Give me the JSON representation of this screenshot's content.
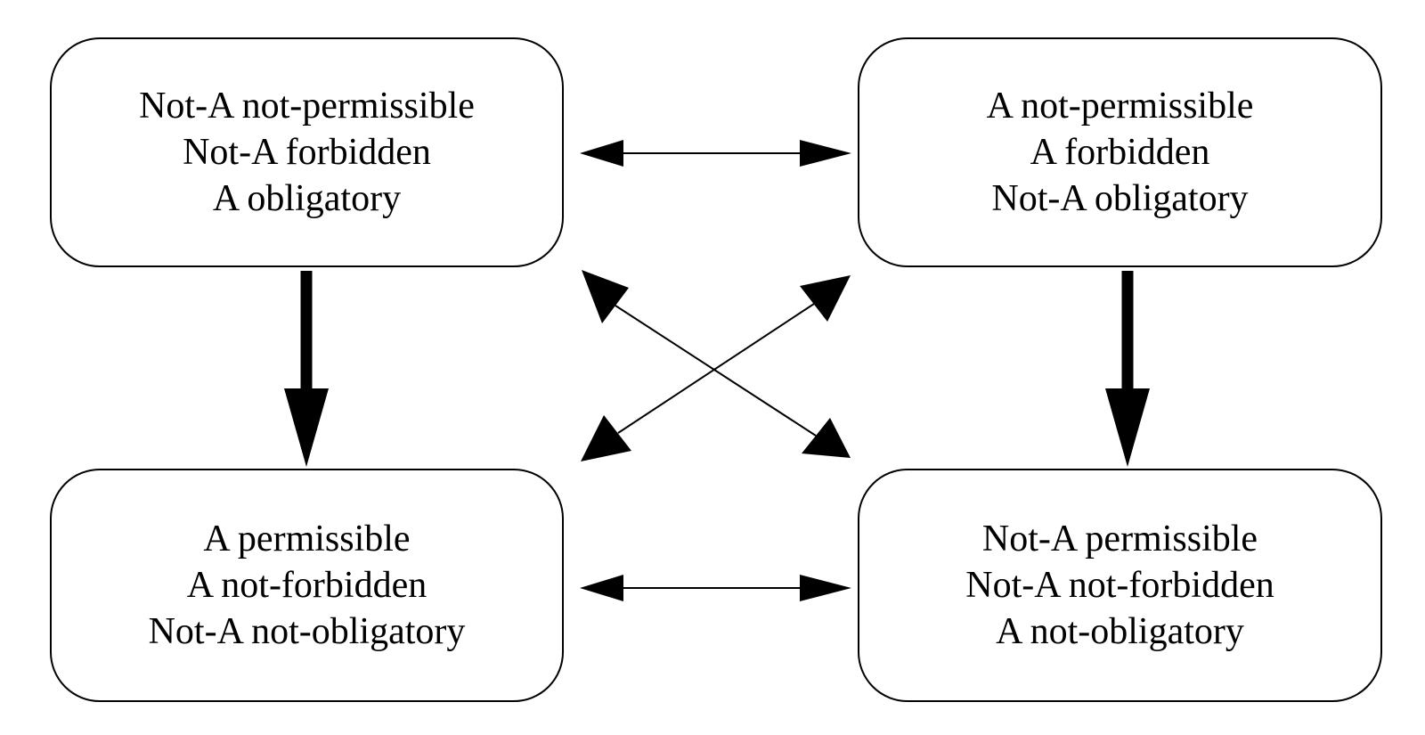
{
  "diagram": {
    "colors": {
      "stroke": "#000000",
      "background": "#ffffff"
    },
    "boxes": {
      "top_left": {
        "lines": [
          "Not-A not-permissible",
          "Not-A forbidden",
          "A obligatory"
        ]
      },
      "top_right": {
        "lines": [
          "A not-permissible",
          "A forbidden",
          "Not-A obligatory"
        ]
      },
      "bottom_left": {
        "lines": [
          "A permissible",
          "A not-forbidden",
          "Not-A not-obligatory"
        ]
      },
      "bottom_right": {
        "lines": [
          "Not-A permissible",
          "Not-A not-forbidden",
          "A not-obligatory"
        ]
      }
    },
    "relations": [
      {
        "from": "top_left",
        "to": "top_right",
        "kind": "double-headed"
      },
      {
        "from": "bottom_left",
        "to": "bottom_right",
        "kind": "double-headed"
      },
      {
        "from": "top_left",
        "to": "bottom_right",
        "kind": "double-headed"
      },
      {
        "from": "top_right",
        "to": "bottom_left",
        "kind": "double-headed"
      },
      {
        "from": "top_left",
        "to": "bottom_left",
        "kind": "implication"
      },
      {
        "from": "top_right",
        "to": "bottom_right",
        "kind": "implication"
      }
    ]
  }
}
